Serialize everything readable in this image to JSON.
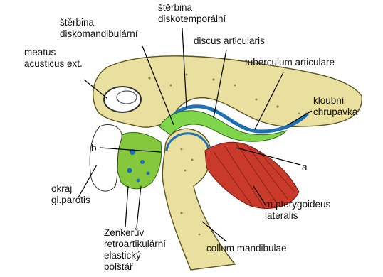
{
  "labels": {
    "meatus": [
      "meatus",
      "acusticus ext."
    ],
    "sterbina_dm": [
      "štěrbina",
      "diskomandibulární"
    ],
    "sterbina_dt": [
      "štěrbina",
      "diskotemporální"
    ],
    "discus": [
      "discus articularis"
    ],
    "tuberculum": [
      "tuberculum articulare"
    ],
    "chrupavka": [
      "kloubní",
      "chrupavka"
    ],
    "b": [
      "b"
    ],
    "a": [
      "a"
    ],
    "okraj": [
      "okraj",
      "gl.parotis"
    ],
    "pterygoideus": [
      "m.pterygoideus",
      "lateralis"
    ],
    "zenker": [
      "Zenkerův",
      "retroartikulární",
      "elastický",
      "polštář"
    ],
    "collum": [
      "collum mandibulae"
    ]
  },
  "colors": {
    "bone": "#e9df9f",
    "bone_outline": "#5c5420",
    "cartilage": "#1e6fb4",
    "disc": "#7fd64a",
    "retro_pad": "#86c83c",
    "muscle": "#c93a2a",
    "ink": "#111111"
  }
}
